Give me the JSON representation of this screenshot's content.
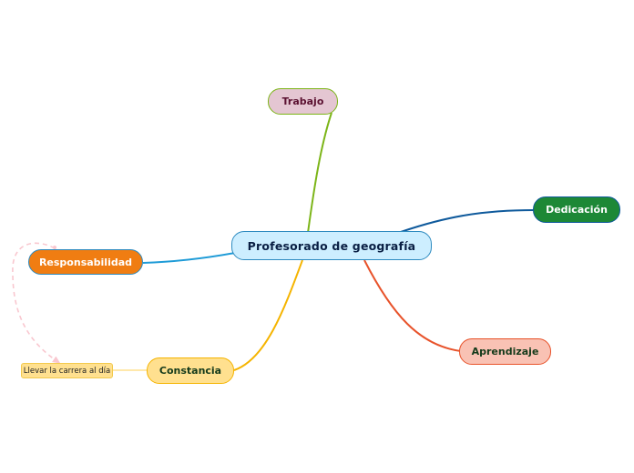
{
  "diagram": {
    "central": {
      "label": "Profesorado de geografía",
      "fill": "#cdeeff",
      "text_color": "#0a1f44"
    },
    "topics": {
      "trabajo": {
        "label": "Trabajo",
        "fill": "#e4c6d2",
        "text_color": "#5a1030",
        "line_color": "#7cb518"
      },
      "dedicacion": {
        "label": "Dedicación",
        "fill": "#1d8836",
        "text_color": "#ffffff",
        "line_color": "#0f5a9c"
      },
      "responsabilidad": {
        "label": "Responsabilidad",
        "fill": "#f07d12",
        "text_color": "#ffffff",
        "line_color": "#1e9bd7"
      },
      "aprendizaje": {
        "label": "Aprendizaje",
        "fill": "#f9c2b4",
        "text_color": "#143a1a",
        "line_color": "#e8532b"
      },
      "constancia": {
        "label": "Constancia",
        "fill": "#ffe08f",
        "text_color": "#143a1a",
        "line_color": "#f5b400"
      }
    },
    "subtopics": {
      "llevar": {
        "label": "Llevar la carrera al día",
        "fill": "#ffe08f",
        "text_color": "#222222",
        "line_color": "#ffe08f"
      }
    },
    "relationship": {
      "from": "responsabilidad",
      "to": "llevar",
      "color": "#f9c7cf",
      "style": "dashed"
    }
  }
}
